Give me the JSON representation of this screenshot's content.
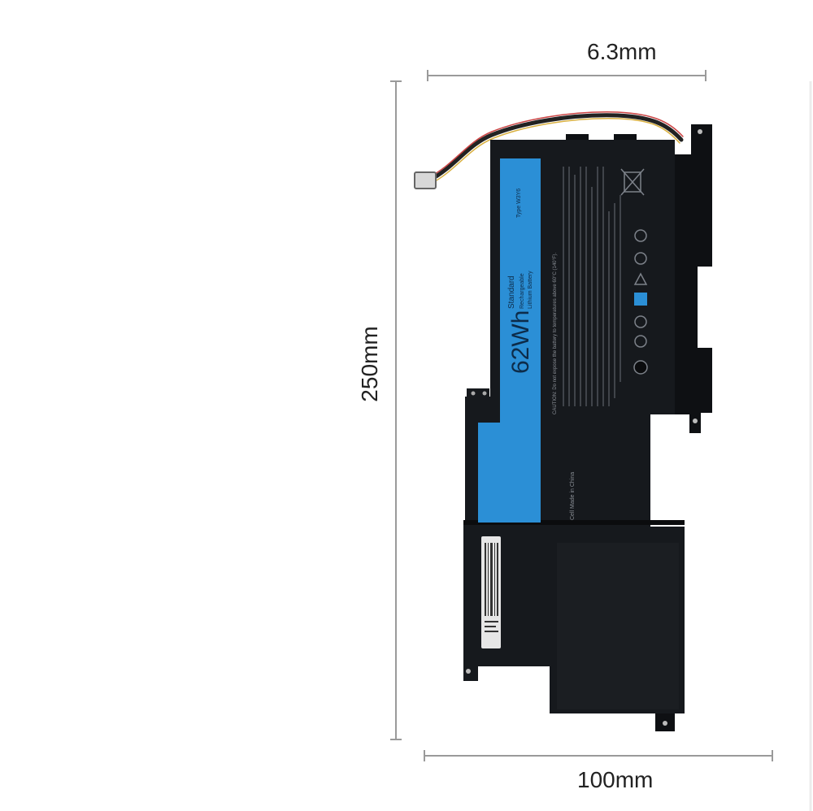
{
  "dimensions": {
    "thickness": "6.3mm",
    "length": "250mm",
    "width": "100mm"
  },
  "battery": {
    "capacity": "62Wh",
    "grade": "Standard",
    "kind": "Rechargeable",
    "chemistry": "Lithium Battery",
    "type_label": "Type W3Y6",
    "origin": "Cell Made in China",
    "caution": "CAUTION: Do not expose the battery to temperatures above 60°C (140°F).",
    "colors": {
      "body": "#16191d",
      "label": "#2b8fd6",
      "frame": "#0e1013"
    }
  }
}
